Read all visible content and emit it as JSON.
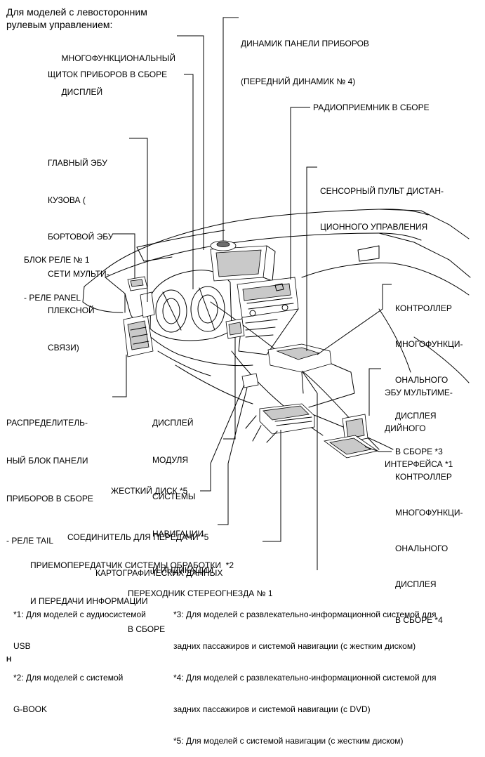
{
  "header": {
    "line1": "Для моделей с левосторонним",
    "line2": "рулевым управлением:"
  },
  "labels": {
    "multi_display": [
      "МНОГОФУНКЦИОНАЛЬНЫЙ",
      "ДИСПЛЕЙ"
    ],
    "instrument_cluster": [
      "ЩИТОК ПРИБОРОВ В СБОРЕ"
    ],
    "main_body_ecu": [
      "ГЛАВНЫЙ ЭБУ",
      "КУЗОВА (",
      "БОРТОВОЙ ЭБУ",
      "СЕТИ МУЛЬТИ-",
      "ПЛЕКСНОЙ",
      "СВЯЗИ)"
    ],
    "relay_block": [
      "БЛОК РЕЛЕ № 1",
      "- РЕЛЕ PANEL"
    ],
    "junction_block": [
      "РАСПРЕДЕЛИТЕЛЬ-",
      "НЫЙ БЛОК ПАНЕЛИ",
      "ПРИБОРОВ В СБОРЕ",
      "- РЕЛЕ TAIL"
    ],
    "nav_display": [
      "ДИСПЛЕЙ",
      "МОДУЛЯ",
      "СИСТЕМЫ",
      "НАВИГАЦИИ",
      "И ИНДИКАЦИИ"
    ],
    "hard_disk": [
      "ЖЕСТКИЙ ДИСК *5"
    ],
    "map_connector": [
      "СОЕДИНИТЕЛЬ ДЛЯ ПЕРЕДАЧИ *5",
      "КАРТОГРАФИЧЕСКИХ ДАННЫХ"
    ],
    "transceiver": [
      "ПРИЕМОПЕРЕДАТЧИК СИСТЕМЫ ОБРАБОТКИ  *2",
      "И ПЕРЕДАЧИ ИНФОРМАЦИИ"
    ],
    "stereo_adapter": [
      "ПЕРЕХОДНИК СТЕРЕОГНЕЗДА № 1",
      "В СБОРЕ"
    ],
    "speaker": [
      "ДИНАМИК ПАНЕЛИ ПРИБОРОВ",
      "(ПЕРЕДНИЙ ДИНАМИК № 4)"
    ],
    "radio": [
      "РАДИОПРИЕМНИК В СБОРЕ"
    ],
    "touch_remote": [
      "СЕНСОРНЫЙ ПУЛЬТ ДИСТАН-",
      "ЦИОННОГО УПРАВЛЕНИЯ"
    ],
    "controller_3": [
      "КОНТРОЛЛЕР",
      "МНОГОФУНКЦИ-",
      "ОНАЛЬНОГО",
      "ДИСПЛЕЯ",
      "В СБОРЕ *3"
    ],
    "multimedia_ecu": [
      "ЭБУ МУЛЬТИМЕ-",
      "ДИЙНОГО",
      "ИНТЕРФЕЙСА *1"
    ],
    "controller_4": [
      "КОНТРОЛЛЕР",
      "МНОГОФУНКЦИ-",
      "ОНАЛЬНОГО",
      "ДИСПЛЕЯ",
      "В СБОРЕ *4"
    ]
  },
  "footnotes": {
    "left": [
      "*1: Для моделей с аудиосистемой",
      "USB",
      "*2: Для моделей с системой",
      "G-BOOK"
    ],
    "right": [
      "*3: Для моделей с развлекательно-информационной системой для",
      "задних пассажиров и системой навигации (с жестким диском)",
      "*4: Для моделей с развлекательно-информационной системой для",
      "задних пассажиров и системой навигации (с DVD)",
      "*5: Для моделей с системой навигации (с жестким диском)"
    ]
  },
  "corner_mark": "H"
}
